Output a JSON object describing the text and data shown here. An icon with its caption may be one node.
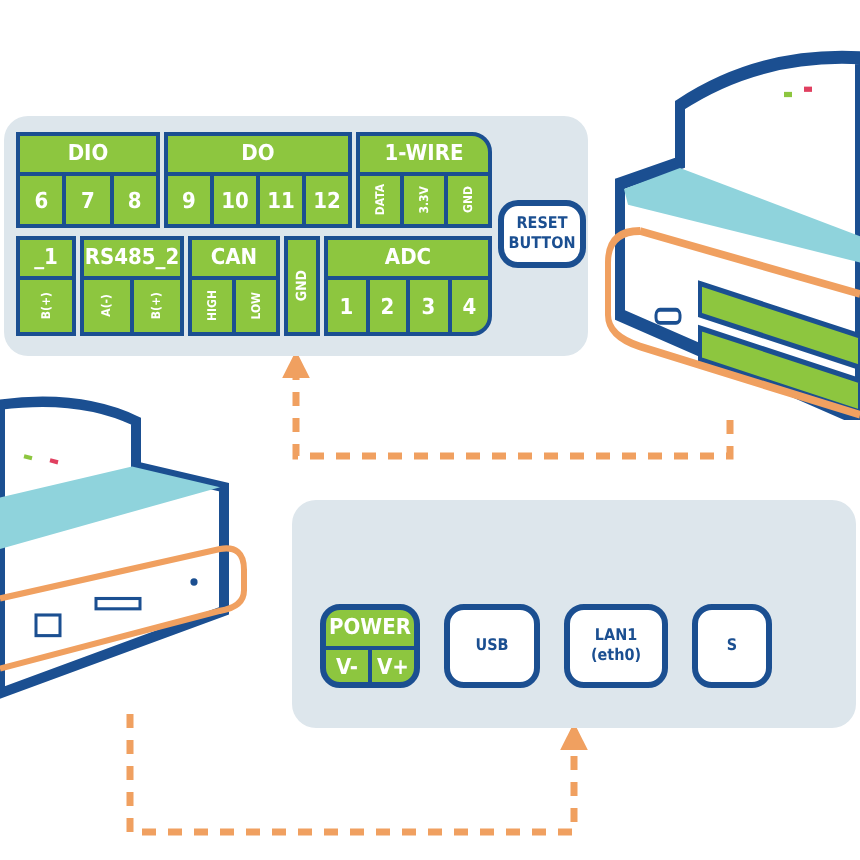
{
  "diagram": {
    "nodes": [
      {
        "text": [],
        "shape": "box"
      },
      {
        "text": [
          "DIO",
          "6",
          "7",
          "8"
        ],
        "in": 0
      },
      {
        "text": [
          "DO",
          "9",
          "10",
          "11",
          "12"
        ],
        "in": 0
      },
      {
        "text": [
          "1-WIRE",
          "DATA",
          "3.3V",
          "GND"
        ],
        "in": 0
      },
      {
        "text": [
          "_1",
          "B(+)"
        ],
        "in": 0
      },
      {
        "text": [
          "RS485_2",
          "A(-)",
          "B(+)"
        ],
        "in": 0
      },
      {
        "text": [
          "CAN",
          "HIGH",
          "LOW"
        ],
        "in": 0
      },
      {
        "text": [
          "GND"
        ],
        "in": 0
      },
      {
        "text": [
          "ADC",
          "1",
          "2",
          "3",
          "4"
        ],
        "in": 0
      },
      {
        "text": [
          "RESET BUTTON"
        ],
        "in": 0
      },
      {
        "text": [],
        "shape": "picture"
      },
      {
        "text": [],
        "shape": "picture"
      },
      {
        "text": [],
        "shape": "box"
      },
      {
        "text": [
          "POWER",
          "V-",
          "V+"
        ],
        "in": 12
      },
      {
        "text": [
          "USB"
        ],
        "in": 12
      },
      {
        "text": [
          "LAN1 (eth0)"
        ],
        "in": 12
      },
      {
        "text": [
          "S"
        ],
        "in": 12
      }
    ],
    "edges": [
      {
        "from": 10,
        "to": 0,
        "arrow": "to",
        "style": "dashed"
      },
      {
        "from": 11,
        "to": 12,
        "arrow": "to",
        "style": "dashed"
      }
    ]
  }
}
